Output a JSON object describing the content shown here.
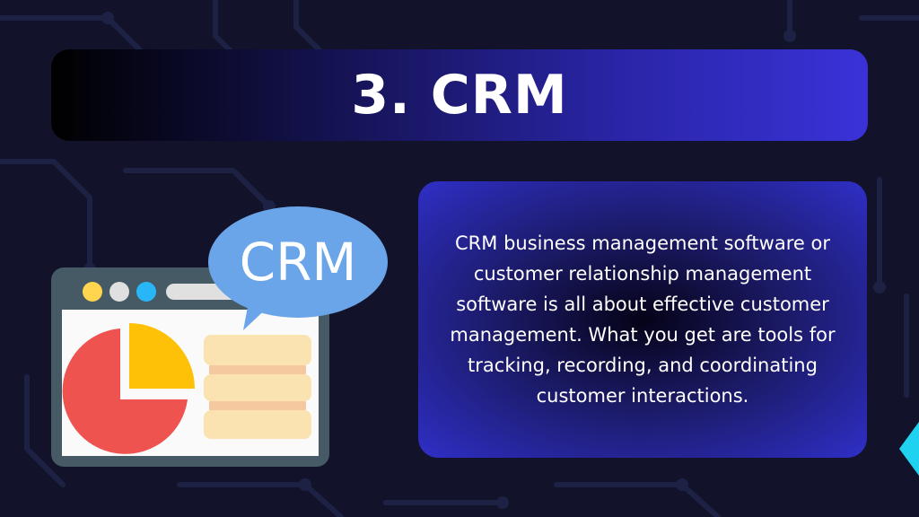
{
  "slide": {
    "title": "3. CRM",
    "body": "CRM business management software or customer relationship management software is all about effective customer management. What you get are tools for tracking, recording, and coordinating customer interactions.",
    "illustration": {
      "bubble_text": "CRM",
      "icon": "crm-dashboard-icon"
    }
  },
  "colors": {
    "background": "#12132a",
    "title_gradient_end": "#3a32d8",
    "card_gradient_edge": "#2f2fc8",
    "bubble": "#6aa5ea",
    "pie_red": "#ef5350",
    "pie_yellow": "#ffc107",
    "window_frame": "#455a64",
    "accent_cyan": "#1fd3f0"
  }
}
